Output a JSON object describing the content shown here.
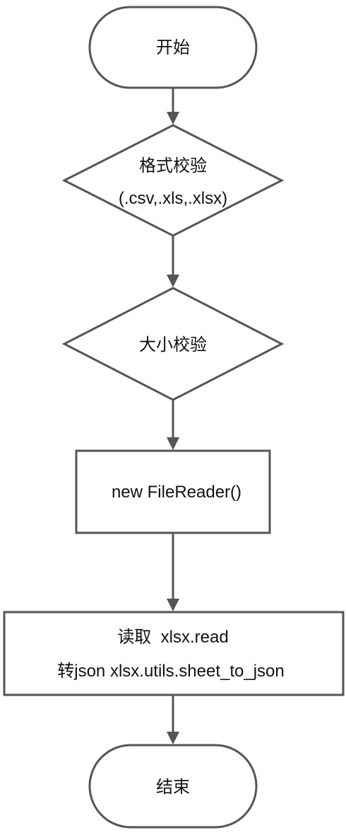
{
  "flowchart": {
    "start": "开始",
    "format_check": {
      "line1": "格式校验",
      "line2": "(.csv,.xls,.xlsx)"
    },
    "size_check": "大小校验",
    "file_reader": "new FileReader()",
    "read_convert": {
      "line1": "读取  xlsx.read",
      "line2": "转json xlsx.utils.sheet_to_json"
    },
    "end": "结束"
  }
}
